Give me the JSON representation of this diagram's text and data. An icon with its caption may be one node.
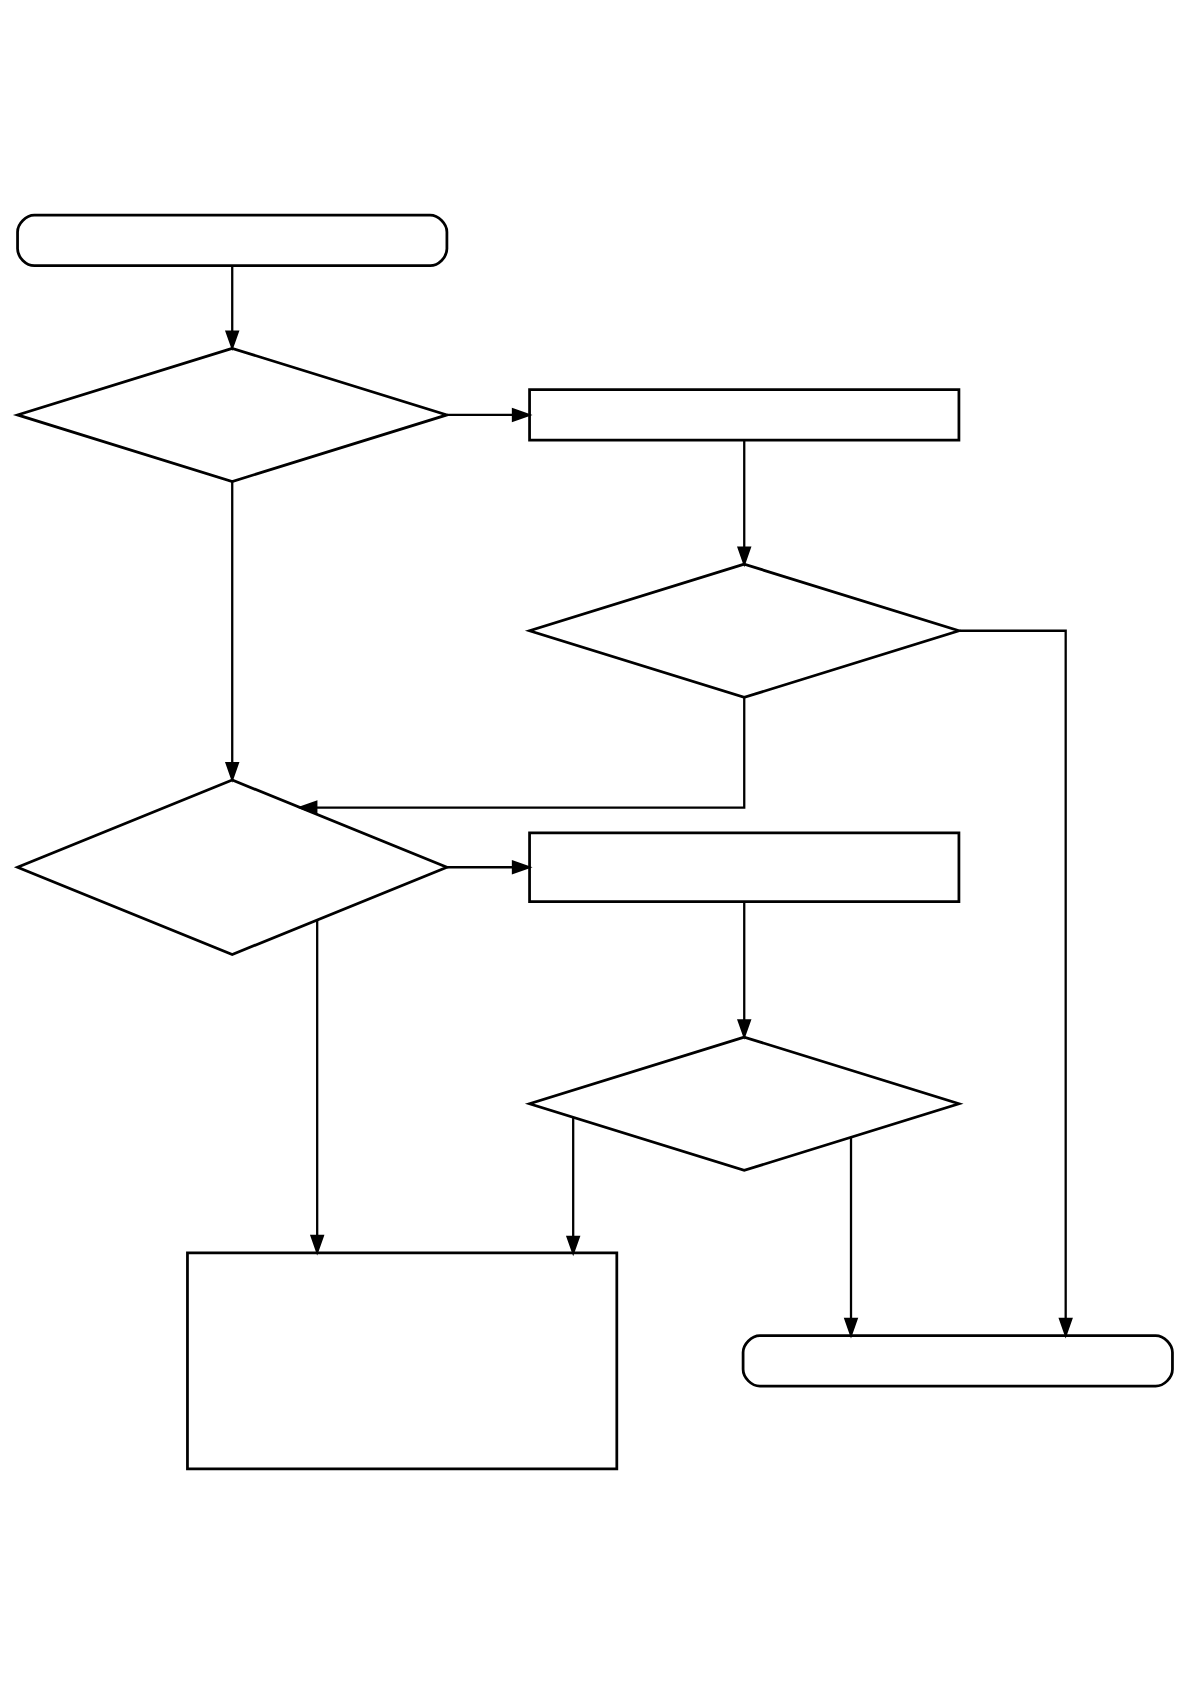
{
  "diagram": {
    "nodes": [
      {
        "text": [],
        "shape": "capsule"
      },
      {
        "text": [],
        "shape": "diamond"
      },
      {
        "text": [],
        "shape": "box"
      },
      {
        "text": [],
        "shape": "diamond"
      },
      {
        "text": [],
        "shape": "diamond"
      },
      {
        "text": [],
        "shape": "box"
      },
      {
        "text": [],
        "shape": "diamond"
      },
      {
        "text": [],
        "shape": "box"
      },
      {
        "text": [],
        "shape": "capsule"
      }
    ],
    "edges": [
      {
        "from": 0,
        "to": 1,
        "arrow": "to"
      },
      {
        "from": 1,
        "to": 2,
        "arrow": "to"
      },
      {
        "from": 1,
        "to": 4,
        "arrow": "to"
      },
      {
        "from": 2,
        "to": 3,
        "arrow": "to"
      },
      {
        "from": 3,
        "to": 4,
        "arrow": "to"
      },
      {
        "from": 3,
        "to": 8,
        "arrow": "to"
      },
      {
        "from": 4,
        "to": 5,
        "arrow": "to"
      },
      {
        "from": 5,
        "to": 6,
        "arrow": "to"
      },
      {
        "from": 4,
        "to": 7,
        "arrow": "to"
      },
      {
        "from": 6,
        "to": 7,
        "arrow": "to"
      },
      {
        "from": 6,
        "to": 8,
        "arrow": "to"
      }
    ]
  }
}
